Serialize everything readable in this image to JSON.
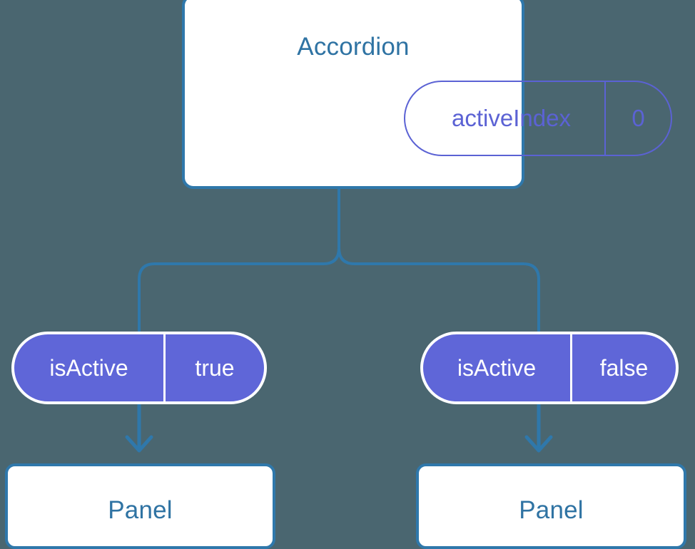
{
  "diagram": {
    "title": "Accordion component state/props tree",
    "background_color": "#4a6670",
    "line_color": "#2f78ab",
    "card_border_color": "#2f78ab",
    "card_title_color": "#2f73a3",
    "state_pill_color": "#5b62d4",
    "prop_pill_fill": "#5f66d8",
    "prop_pill_text": "#ffffff"
  },
  "root": {
    "label": "Accordion",
    "state_pill": {
      "key": "activeIndex",
      "value": "0"
    }
  },
  "children": [
    {
      "prop_pill": {
        "key": "isActive",
        "value": "true"
      },
      "node_label": "Panel"
    },
    {
      "prop_pill": {
        "key": "isActive",
        "value": "false"
      },
      "node_label": "Panel"
    }
  ]
}
